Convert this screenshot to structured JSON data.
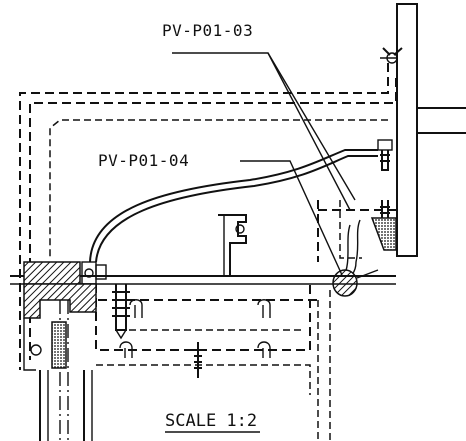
{
  "labels": {
    "callout_upper": "PV-P01-03",
    "callout_lower": "PV-P01-04",
    "scale": "SCALE 1:2"
  },
  "colors": {
    "ink": "#111111",
    "paper": "#ffffff"
  }
}
